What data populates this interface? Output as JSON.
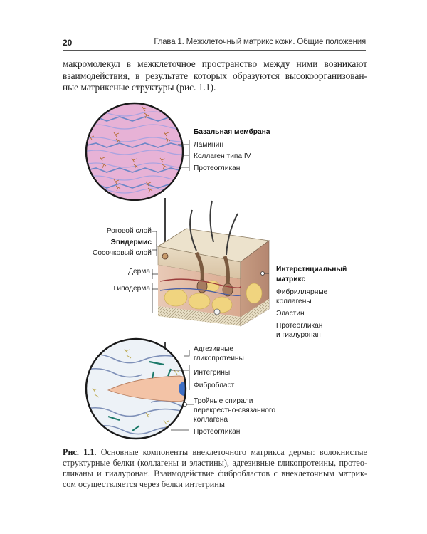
{
  "header": {
    "page_number": "20",
    "chapter_title": "Глава 1. Межклеточный матрикс кожи. Общие положения"
  },
  "body_lines": [
    "макромолекул в межклеточное пространство между ними возникают",
    "взаимодействия, в результате которых образуются высокоорганизован-",
    "ные матриксные структуры (рис. 1.1)."
  ],
  "figure": {
    "basal_membrane": {
      "title": "Базальная мембрана",
      "items": [
        "Ламинин",
        "Коллаген типа IV",
        "Протеогликан"
      ]
    },
    "skin_layers": {
      "stratum_corneum": "Роговой слой",
      "epidermis": "Эпидермис",
      "papillary_layer": "Сосочковый слой",
      "dermis": "Дерма",
      "hypodermis": "Гиподерма"
    },
    "interstitial_matrix": {
      "title_line1": "Интерстициальный",
      "title_line2": "матрикс",
      "fibrillar_line1": "Фибриллярные",
      "fibrillar_line2": "коллагены",
      "elastin": "Эластин",
      "proteoglycan_line1": "Протеогликан",
      "proteoglycan_line2": "и гиалуронан"
    },
    "fibroblast_zoom": {
      "adhesive_line1": "Адгезивные",
      "adhesive_line2": "гликопротеины",
      "integrins": "Интегрины",
      "fibroblast": "Фибробласт",
      "triple_line1": "Тройные спирали",
      "triple_line2": "перекрестно-связанного",
      "triple_line3": "коллагена",
      "proteoglycan": "Протеогликан"
    }
  },
  "caption": {
    "label": "Рис. 1.1.",
    "line1": "Основные компоненты внеклеточного матрикса дермы: волокнистые",
    "line2": "структурные белки (коллагены и эластины), адгезивные гликопротеины, протео-",
    "line3": "гликаны и гиалуронан. Взаимодействие фибробластов с внеклеточным матрик-",
    "line4": "сом осуществляется через белки интегрины"
  }
}
